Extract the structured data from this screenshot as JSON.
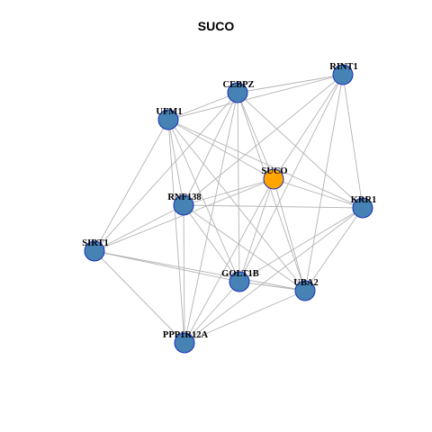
{
  "title": "SUCO",
  "colors": {
    "node_fill": "#4682b4",
    "focus_fill": "#ffa500",
    "node_stroke": "#1a2fb8",
    "edge": "#b3b3b3"
  },
  "nodes": [
    {
      "id": "RINT1",
      "label": "RINT1",
      "focus": false
    },
    {
      "id": "CEBPZ",
      "label": "CEBPZ",
      "focus": false
    },
    {
      "id": "UFM1",
      "label": "UFM1",
      "focus": false
    },
    {
      "id": "SUCO",
      "label": "SUCO",
      "focus": true
    },
    {
      "id": "RNF138",
      "label": "RNF138",
      "focus": false
    },
    {
      "id": "KRR1",
      "label": "KRR1",
      "focus": false
    },
    {
      "id": "SIRT1",
      "label": "SIRT1",
      "focus": false
    },
    {
      "id": "GOLT1B",
      "label": "GOLT1B",
      "focus": false
    },
    {
      "id": "UBA2",
      "label": "UBA2",
      "focus": false
    },
    {
      "id": "PPP1R12A",
      "label": "PPP1R12A",
      "focus": false
    }
  ],
  "edges": [
    [
      "RINT1",
      "CEBPZ"
    ],
    [
      "RINT1",
      "UFM1"
    ],
    [
      "RINT1",
      "SUCO"
    ],
    [
      "RINT1",
      "RNF138"
    ],
    [
      "RINT1",
      "KRR1"
    ],
    [
      "RINT1",
      "GOLT1B"
    ],
    [
      "RINT1",
      "UBA2"
    ],
    [
      "CEBPZ",
      "UFM1"
    ],
    [
      "CEBPZ",
      "SUCO"
    ],
    [
      "CEBPZ",
      "RNF138"
    ],
    [
      "CEBPZ",
      "KRR1"
    ],
    [
      "CEBPZ",
      "SIRT1"
    ],
    [
      "CEBPZ",
      "GOLT1B"
    ],
    [
      "CEBPZ",
      "UBA2"
    ],
    [
      "CEBPZ",
      "PPP1R12A"
    ],
    [
      "UFM1",
      "SUCO"
    ],
    [
      "UFM1",
      "RNF138"
    ],
    [
      "UFM1",
      "KRR1"
    ],
    [
      "UFM1",
      "SIRT1"
    ],
    [
      "UFM1",
      "GOLT1B"
    ],
    [
      "UFM1",
      "UBA2"
    ],
    [
      "UFM1",
      "PPP1R12A"
    ],
    [
      "SUCO",
      "RNF138"
    ],
    [
      "SUCO",
      "KRR1"
    ],
    [
      "SUCO",
      "GOLT1B"
    ],
    [
      "SUCO",
      "UBA2"
    ],
    [
      "SUCO",
      "PPP1R12A"
    ],
    [
      "SUCO",
      "SIRT1"
    ],
    [
      "RNF138",
      "KRR1"
    ],
    [
      "RNF138",
      "SIRT1"
    ],
    [
      "RNF138",
      "GOLT1B"
    ],
    [
      "RNF138",
      "UBA2"
    ],
    [
      "RNF138",
      "PPP1R12A"
    ],
    [
      "KRR1",
      "GOLT1B"
    ],
    [
      "KRR1",
      "UBA2"
    ],
    [
      "KRR1",
      "PPP1R12A"
    ],
    [
      "SIRT1",
      "GOLT1B"
    ],
    [
      "SIRT1",
      "UBA2"
    ],
    [
      "SIRT1",
      "PPP1R12A"
    ],
    [
      "GOLT1B",
      "UBA2"
    ],
    [
      "GOLT1B",
      "PPP1R12A"
    ],
    [
      "UBA2",
      "PPP1R12A"
    ]
  ]
}
